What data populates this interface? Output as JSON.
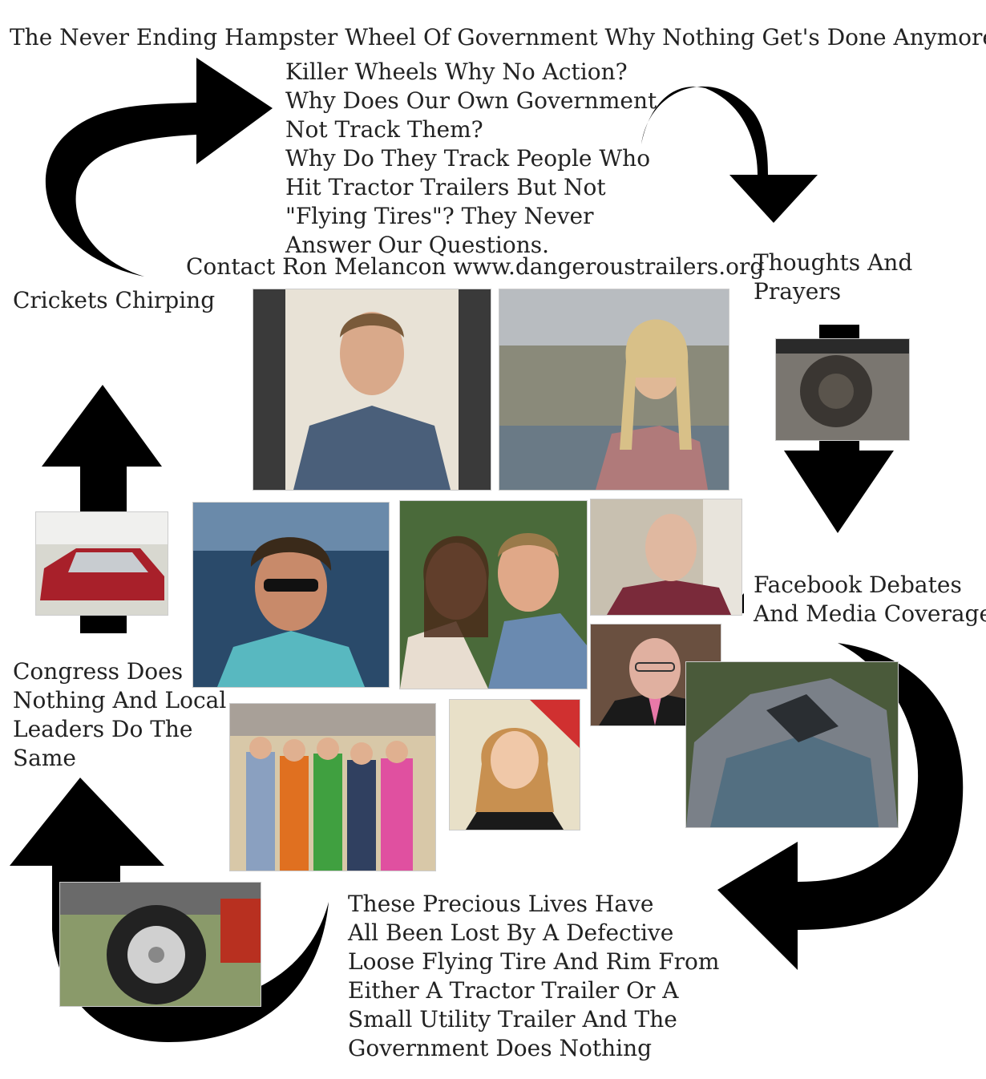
{
  "title": "The Never Ending Hampster Wheel Of Government Why Nothing Get's Done Anymore",
  "center_question": [
    "Killer Wheels Why No Action?",
    "Why Does Our Own Government",
    "Not Track Them?",
    "Why Do They Track People Who",
    "Hit Tractor Trailers But Not",
    "\"Flying Tires\"?  They Never",
    "Answer Our Questions."
  ],
  "contact": "Contact Ron Melancon www.dangeroustrailers.org",
  "cycle_labels": {
    "crickets": "Crickets Chirping",
    "thoughts": [
      "Thoughts And",
      "Prayers"
    ],
    "facebook": [
      "Facebook Debates",
      "And Media Coverage"
    ],
    "congress": [
      "Congress Does",
      "Nothing And Local",
      "Leaders Do The",
      "Same"
    ]
  },
  "lives_text": [
    "These Precious Lives Have",
    "All Been Lost By A Defective",
    "Loose Flying Tire And Rim From",
    "Either A Tractor Trailer Or A",
    "Small Utility Trailer And The",
    "Government Does Nothing"
  ]
}
